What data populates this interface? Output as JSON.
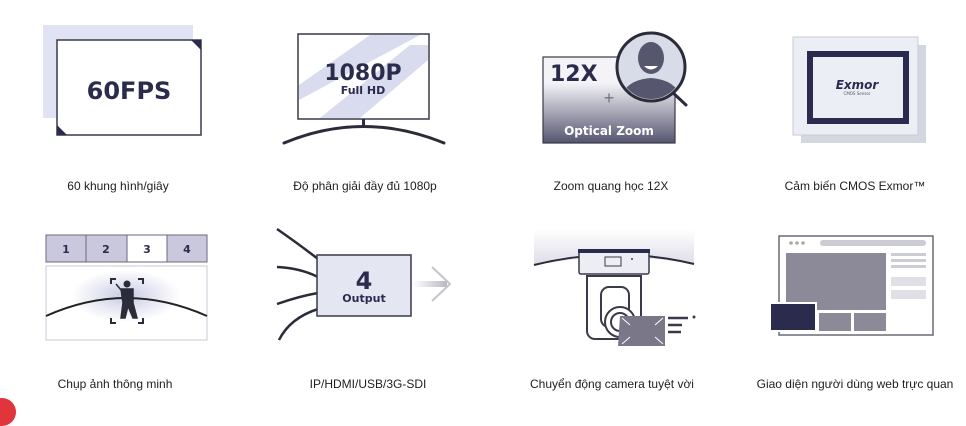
{
  "features": [
    {
      "label": "60 khung hình/giây",
      "icon_text": [
        "60FPS"
      ]
    },
    {
      "label": "Độ phân giải đầy đủ 1080p",
      "icon_text": [
        "1080P",
        "Full HD"
      ]
    },
    {
      "label": "Zoom quang học 12X",
      "icon_text": [
        "12X",
        "Optical Zoom"
      ]
    },
    {
      "label": "Cảm biến CMOS Exmor™",
      "icon_text": [
        "Exmor",
        "CMOS Sensor"
      ]
    },
    {
      "label": "Chụp ảnh thông minh",
      "icon_text": [
        "1",
        "2",
        "3",
        "4"
      ]
    },
    {
      "label": "IP/HDMI/USB/3G-SDI",
      "icon_text": [
        "4",
        "Output"
      ]
    },
    {
      "label": "Chuyển động camera tuyệt vời",
      "icon_text": []
    },
    {
      "label": "Giao diện người dùng web trực quan",
      "icon_text": []
    }
  ],
  "colors": {
    "navy": "#2b2b4d",
    "lavender": "#dde0f0",
    "gray": "#8a8896",
    "text": "#1e1e1e",
    "red": "#e0353b"
  }
}
